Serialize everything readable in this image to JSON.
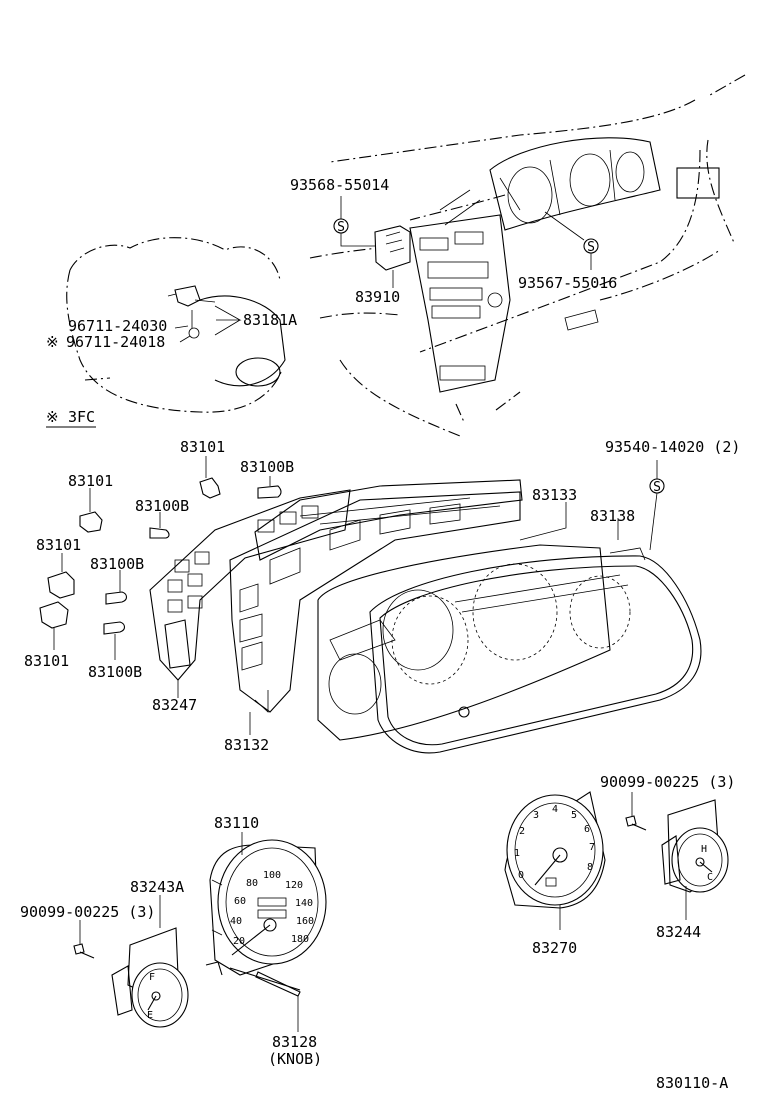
{
  "parts": {
    "p93568": "93568-55014",
    "p93567": "93567-55016",
    "p83910": "83910",
    "p96711a": "96711-24030",
    "p96711b": "96711-24018",
    "p83181a": "83181A",
    "note3fc": "3FC",
    "p83101a": "83101",
    "p83100b_a": "83100B",
    "p83101b": "83101",
    "p83100b_b": "83100B",
    "p83101c": "83101",
    "p83100b_c": "83100B",
    "p83101d": "83101",
    "p83100b_d": "83100B",
    "p93540": "93540-14020 (2)",
    "p83133": "83133",
    "p83138": "83138",
    "p83247": "83247",
    "p83132": "83132",
    "p90099a": "90099-00225 (3)",
    "p83110": "83110",
    "p83243a": "83243A",
    "p90099b": "90099-00225 (3)",
    "p83270": "83270",
    "p83244": "83244",
    "p83128": "83128",
    "p83128knob": "(KNOB)",
    "diagram_code": "830110-A"
  },
  "symbols": {
    "note_mark": "※",
    "screw_mark": "S"
  },
  "gauges": {
    "speedo": [
      "20",
      "40",
      "60",
      "80",
      "100",
      "120",
      "140",
      "160",
      "180"
    ],
    "tacho": [
      "0",
      "1",
      "2",
      "3",
      "4",
      "5",
      "6",
      "7",
      "8"
    ],
    "fuel_full": "F",
    "fuel_empty": "E",
    "temp_hot": "H",
    "temp_cold": "C"
  }
}
